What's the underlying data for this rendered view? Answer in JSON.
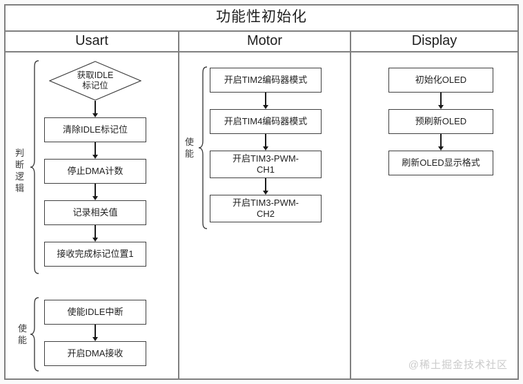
{
  "title": "功能性初始化",
  "watermark": "@稀土掘金技术社区",
  "colors": {
    "grid_border": "#7f7f7f",
    "node_border": "#3f3f3f",
    "arrow": "#1a1a1a",
    "watermark": "#cbcbcb"
  },
  "columns": [
    {
      "header": "Usart",
      "groups": [
        {
          "label": "判断逻辑",
          "nodes": [
            {
              "type": "diamond",
              "label": "获取IDLE\n标记位"
            },
            {
              "type": "box",
              "label": "清除IDLE标记位"
            },
            {
              "type": "box",
              "label": "停止DMA计数"
            },
            {
              "type": "box",
              "label": "记录相关值"
            },
            {
              "type": "box",
              "label": "接收完成标记位置1"
            }
          ]
        },
        {
          "label": "使能",
          "nodes": [
            {
              "type": "box",
              "label": "使能IDLE中断"
            },
            {
              "type": "box",
              "label": "开启DMA接收"
            }
          ]
        }
      ]
    },
    {
      "header": "Motor",
      "groups": [
        {
          "label": "使能",
          "nodes": [
            {
              "type": "box",
              "label": "开启TIM2编码器模式"
            },
            {
              "type": "box",
              "label": "开启TIM4编码器模式"
            },
            {
              "type": "box",
              "label": "开启TIM3-PWM-\nCH1"
            },
            {
              "type": "box",
              "label": "开启TIM3-PWM-\nCH2"
            }
          ]
        }
      ]
    },
    {
      "header": "Display",
      "groups": [
        {
          "label": "",
          "nodes": [
            {
              "type": "box",
              "label": "初始化OLED"
            },
            {
              "type": "box",
              "label": "预刷新OLED"
            },
            {
              "type": "box",
              "label": "刷新OLED显示格式"
            }
          ]
        }
      ]
    }
  ]
}
